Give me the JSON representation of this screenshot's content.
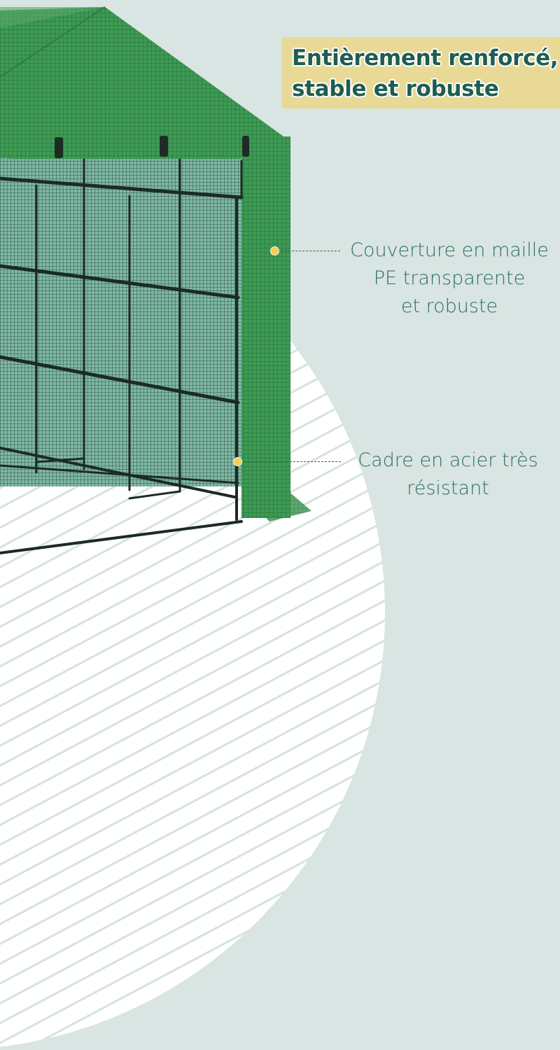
{
  "headline": {
    "line1": "Entièrement renforcé,",
    "line2": "stable et robuste"
  },
  "features": [
    {
      "lines": [
        "Couverture en maille",
        "PE transparente",
        "et robuste"
      ],
      "marker": "yellow-dot"
    },
    {
      "lines": [
        "Cadre en acier très",
        "résistant"
      ],
      "marker": "yellow-dot"
    }
  ],
  "colors": {
    "background": "#d9e5e2",
    "headline_bg": "#e8d996",
    "headline_text": "#1e5d52",
    "feature_text": "#2f6f61",
    "cover_green": "#2e8a45",
    "frame": "#1d2a24",
    "marker": "#f2cf5b"
  }
}
